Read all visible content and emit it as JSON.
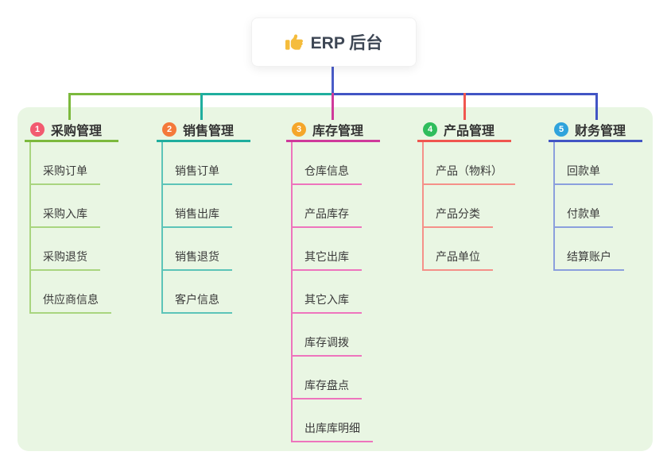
{
  "root": {
    "label": "ERP 后台",
    "icon": "thumbs-up-icon",
    "icon_color": "#f5bc3c"
  },
  "branches": [
    {
      "number": "1",
      "label": "采购管理",
      "badge_color": "#f25b70",
      "line_color": "#7cb93d",
      "sub_line_color": "#a9d57f",
      "children": [
        "采购订单",
        "采购入库",
        "采购退货",
        "供应商信息"
      ]
    },
    {
      "number": "2",
      "label": "销售管理",
      "badge_color": "#f4793b",
      "line_color": "#1fae9e",
      "sub_line_color": "#5cc4b8",
      "children": [
        "销售订单",
        "销售出库",
        "销售退货",
        "客户信息"
      ]
    },
    {
      "number": "3",
      "label": "库存管理",
      "badge_color": "#f5a62a",
      "line_color": "#cf3a9b",
      "sub_line_color": "#ee74bd",
      "children": [
        "仓库信息",
        "产品库存",
        "其它出库",
        "其它入库",
        "库存调拨",
        "库存盘点",
        "出库库明细"
      ]
    },
    {
      "number": "4",
      "label": "产品管理",
      "badge_color": "#2fbd5c",
      "line_color": "#f0564f",
      "sub_line_color": "#f59089",
      "children": [
        "产品（物料）",
        "产品分类",
        "产品单位"
      ]
    },
    {
      "number": "5",
      "label": "财务管理",
      "badge_color": "#2fa3dc",
      "line_color": "#4255c4",
      "sub_line_color": "#8b9fdd",
      "children": [
        "回款单",
        "付款单",
        "结算账户"
      ]
    }
  ],
  "colors": {
    "panel_bg": "#e9f6e3",
    "root_line": "#4a5cc8",
    "text": "#333333"
  }
}
